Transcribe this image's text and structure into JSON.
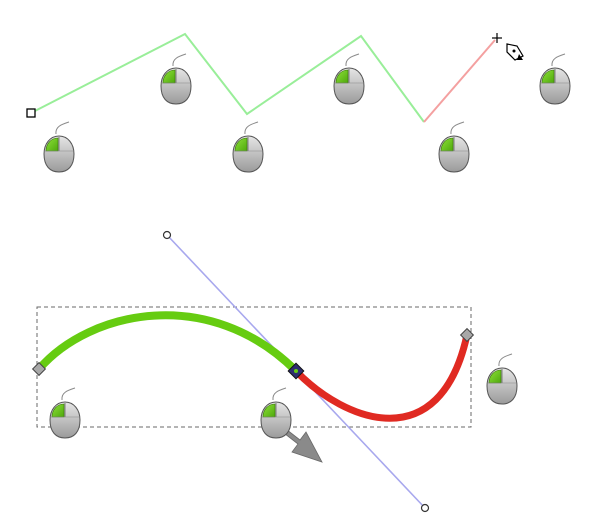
{
  "colors": {
    "polyline_segment": "#99ee99",
    "polyline_preview": "#f4a0a0",
    "curve_first_segment": "#66cc11",
    "curve_second_segment": "#e02a22",
    "tangent_line": "#a8a8ee",
    "bounding_box": "#6a6a6a",
    "mouse_body": "#bdbdbd",
    "mouse_button_pressed": "#66cc11",
    "drag_arrow": "#8a8a8a"
  },
  "icons": {
    "mouse": "mouse-left-click-icon",
    "pen_cursor": "pen-tool-cursor-icon",
    "drag_arrow": "drag-direction-arrow-icon",
    "start_node": "start-node-square-icon",
    "smooth_node": "smooth-node-diamond-icon",
    "control_handle": "bezier-handle-circle-icon"
  },
  "panels": [
    {
      "id": "polyline-clicks",
      "segment_count": 5,
      "mouse_click_count": 6
    },
    {
      "id": "bezier-drag",
      "segment_count": 2,
      "mouse_click_count": 3
    }
  ]
}
